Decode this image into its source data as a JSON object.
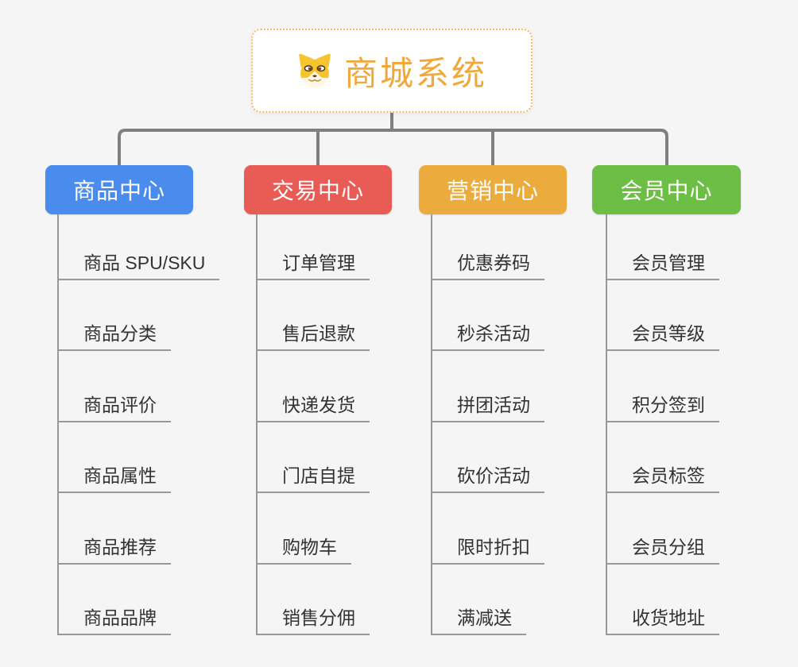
{
  "root": {
    "title": "商城系统",
    "icon": "dog-face-icon",
    "title_color": "#f1a83b",
    "border_color": "#f4bb5f"
  },
  "colors": {
    "connector": "#7f7f7f",
    "leaf_line": "#98989a",
    "leaf_text": "#333333",
    "background": "#f5f5f5"
  },
  "branches": [
    {
      "label": "商品中心",
      "color": "#4a8cee",
      "items": [
        "商品 SPU/SKU",
        "商品分类",
        "商品评价",
        "商品属性",
        "商品推荐",
        "商品品牌"
      ]
    },
    {
      "label": "交易中心",
      "color": "#e95b55",
      "items": [
        "订单管理",
        "售后退款",
        "快递发货",
        "门店自提",
        "购物车",
        "销售分佣"
      ]
    },
    {
      "label": "营销中心",
      "color": "#ecab3d",
      "items": [
        "优惠券码",
        "秒杀活动",
        "拼团活动",
        "砍价活动",
        "限时折扣",
        "满减送"
      ]
    },
    {
      "label": "会员中心",
      "color": "#6cbe45",
      "items": [
        "会员管理",
        "会员等级",
        "积分签到",
        "会员标签",
        "会员分组",
        "收货地址"
      ]
    }
  ]
}
